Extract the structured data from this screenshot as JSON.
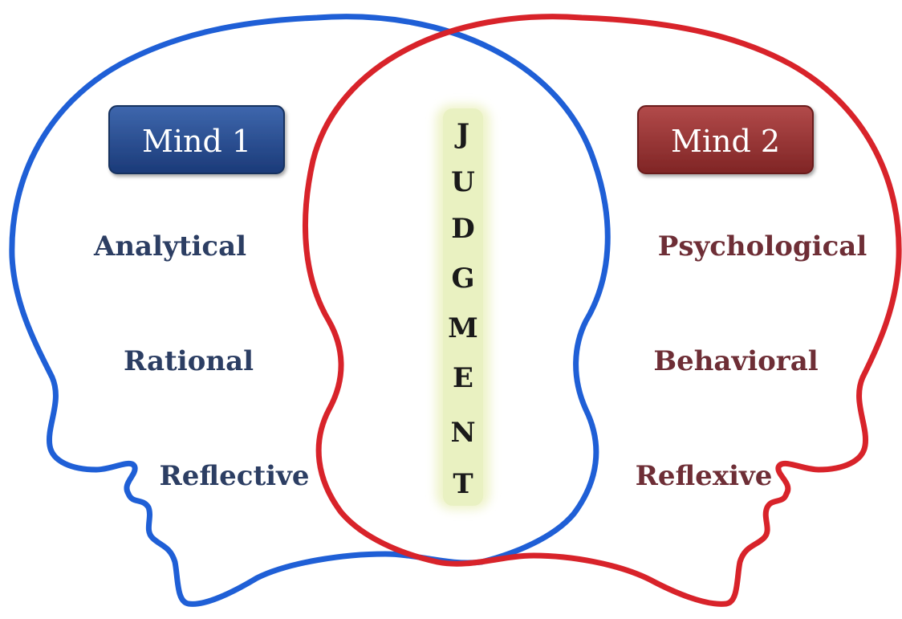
{
  "colors": {
    "mind1": "#1f5fd6",
    "mind2": "#d8232a",
    "mind1_box": "#1e3f7c",
    "mind2_box": "#8e2b2b",
    "mind1_text": "#2c3e63",
    "mind2_text": "#6e2e36",
    "judgment_bg": "#eef3c8"
  },
  "mind1": {
    "label": "Mind 1",
    "traits": [
      "Analytical",
      "Rational",
      "Reflective"
    ]
  },
  "mind2": {
    "label": "Mind 2",
    "traits": [
      "Psychological",
      "Behavioral",
      "Reflexive"
    ]
  },
  "center": {
    "letters": [
      "J",
      "U",
      "D",
      "G",
      "M",
      "E",
      "N",
      "T"
    ]
  }
}
